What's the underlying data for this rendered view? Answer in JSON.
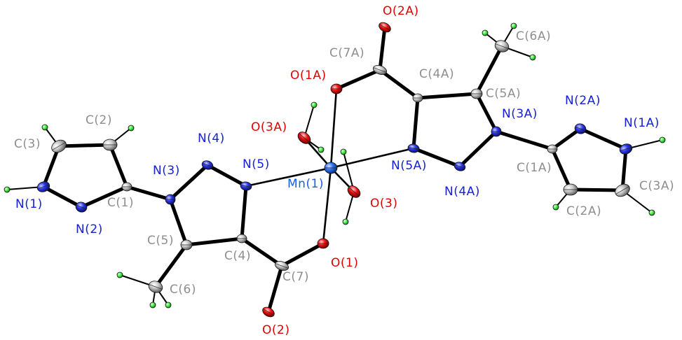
{
  "structure": {
    "atom_labels": {
      "Mn1": "Mn(1)",
      "N1": "N(1)",
      "N2": "N(2)",
      "N3": "N(3)",
      "N4": "N(4)",
      "N5": "N(5)",
      "C1": "C(1)",
      "C2": "C(2)",
      "C3": "C(3)",
      "C4": "C(4)",
      "C5": "C(5)",
      "C6": "C(6)",
      "C7": "C(7)",
      "O1": "O(1)",
      "O2": "O(2)",
      "O3": "O(3)",
      "N1A": "N(1A)",
      "N2A": "N(2A)",
      "N3A": "N(3A)",
      "N4A": "N(4A)",
      "N5A": "N(5A)",
      "C1A": "C(1A)",
      "C2A": "C(2A)",
      "C3A": "C(3A)",
      "C4A": "C(4A)",
      "C5A": "C(5A)",
      "C6A": "C(6A)",
      "C7A": "C(7A)",
      "O1A": "O(1A)",
      "O2A": "O(2A)",
      "O3A": "O(3A)"
    },
    "element_colors": {
      "C": "#8e8e8e",
      "N": "#1620d8",
      "O": "#e00000",
      "Mn": "#1a5fe0",
      "H": "#33ee33",
      "bond": "#000000"
    }
  }
}
